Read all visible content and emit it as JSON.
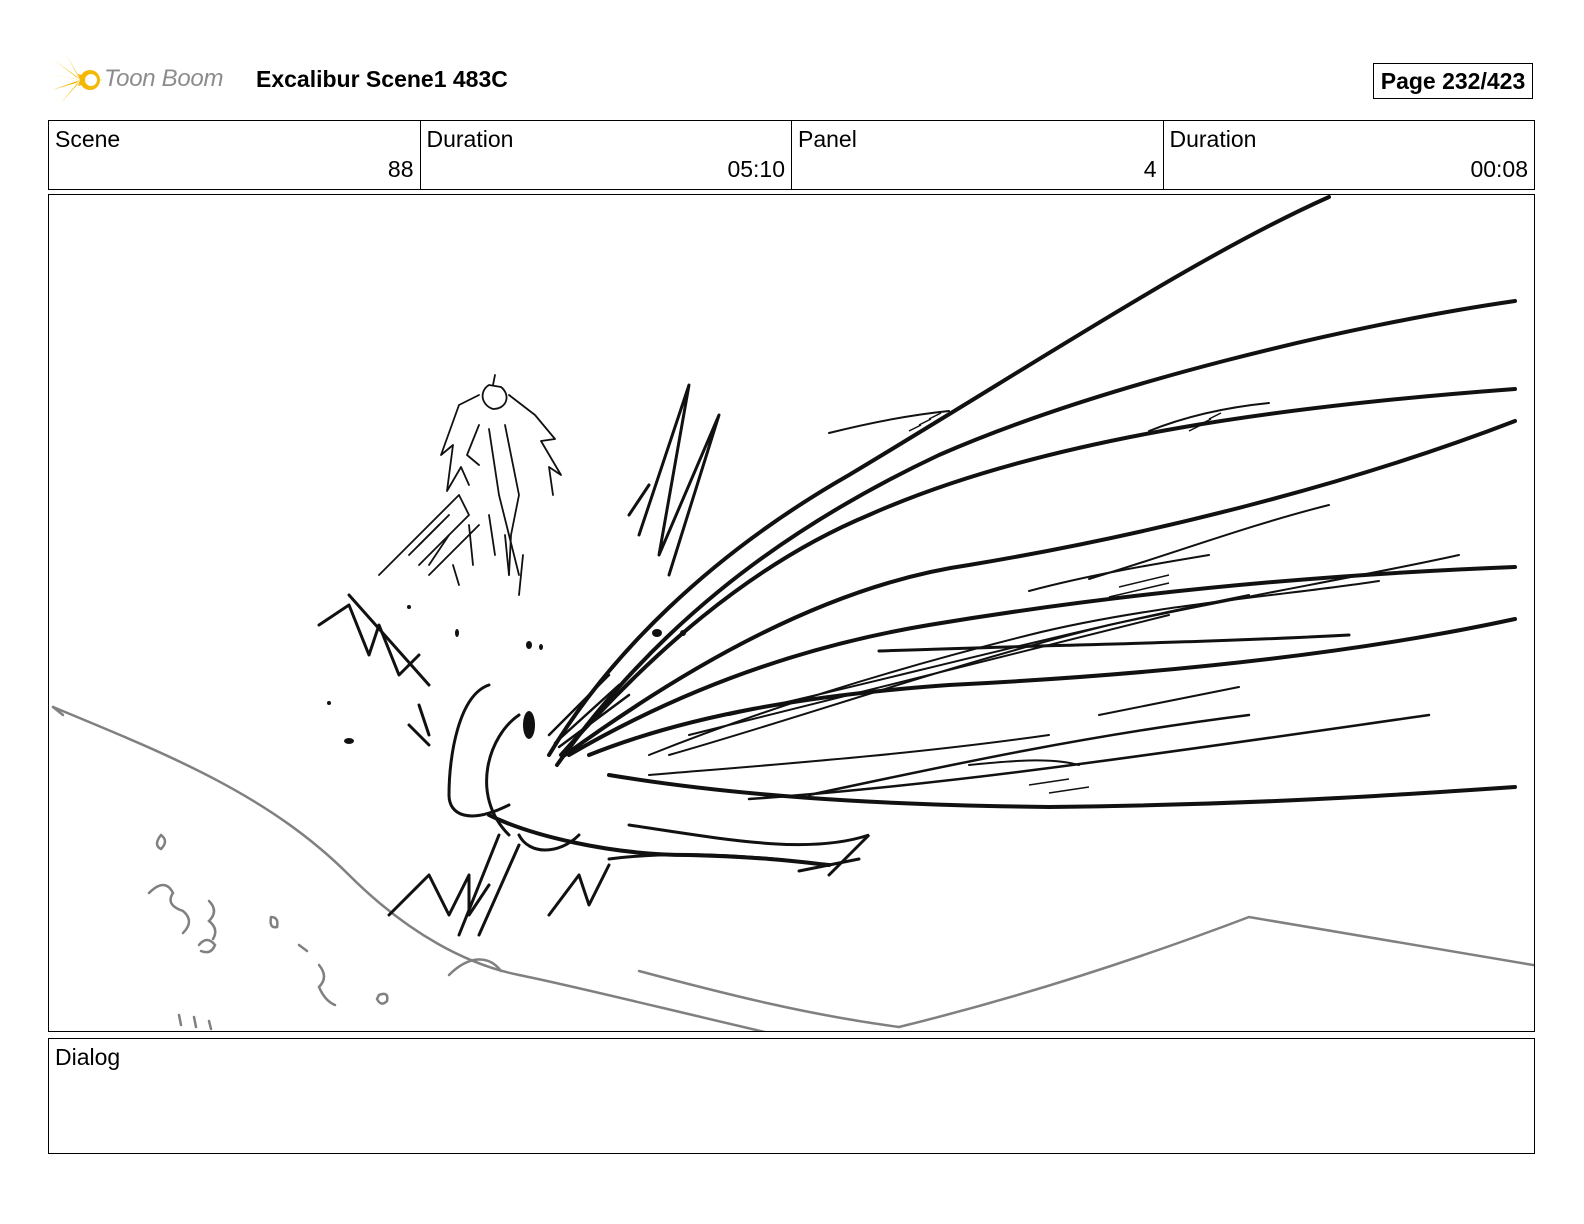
{
  "header": {
    "logo_text": "Toon Boom",
    "title": "Excalibur Scene1 483C",
    "page": "Page 232/423"
  },
  "info": {
    "scene_label": "Scene",
    "scene_value": "88",
    "scene_duration_label": "Duration",
    "scene_duration_value": "05:10",
    "panel_label": "Panel",
    "panel_value": "4",
    "panel_duration_label": "Duration",
    "panel_duration_value": "00:08"
  },
  "dialog": {
    "label": "Dialog"
  },
  "colors": {
    "logo_accent": "#f5b800",
    "logo_text": "#8c8c8c",
    "border": "#000000",
    "sketch_line": "#111111",
    "sketch_terrain": "#808080"
  }
}
